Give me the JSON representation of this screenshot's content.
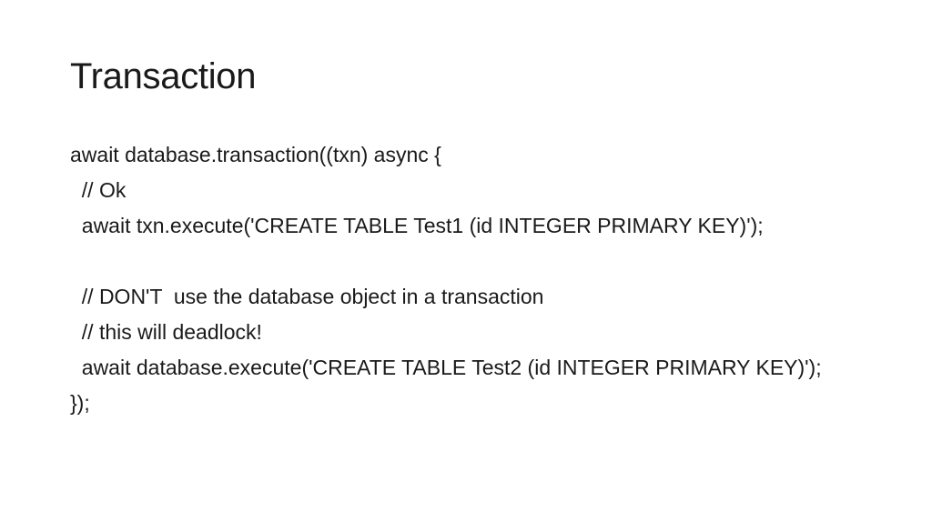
{
  "slide": {
    "title": "Transaction",
    "lines": [
      "await database.transaction((txn) async {",
      "  // Ok",
      "  await txn.execute('CREATE TABLE Test1 (id INTEGER PRIMARY KEY)');",
      "",
      "  // DON'T  use the database object in a transaction",
      "  // this will deadlock!",
      "  await database.execute('CREATE TABLE Test2 (id INTEGER PRIMARY KEY)');",
      "});"
    ]
  }
}
